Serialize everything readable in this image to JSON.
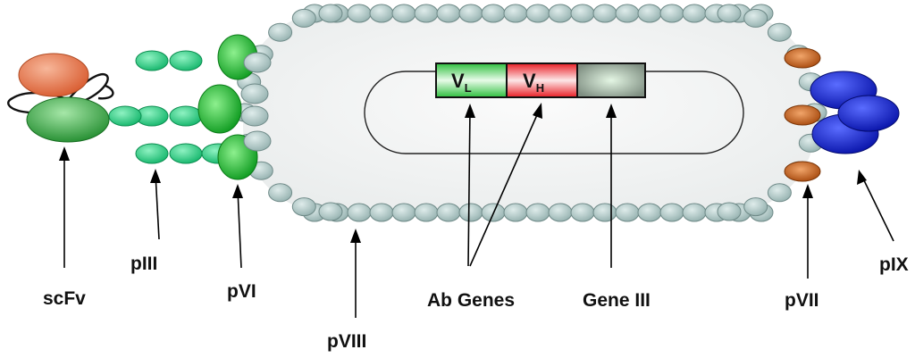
{
  "labels": {
    "scfv": "scFv",
    "piii": "pIII",
    "pvi": "pVI",
    "pviii": "pVIII",
    "ab_genes": "Ab Genes",
    "gene_iii": "Gene III",
    "pvii": "pVII",
    "pix": "pIX"
  },
  "genes": {
    "vl_main": "V",
    "vl_sub": "L",
    "vh_main": "V",
    "vh_sub": "H"
  },
  "colors": {
    "coat_bead": "#a9c3c1",
    "coat_bead_stroke": "#6f8a88",
    "capsid_fill": "#f4f4f4",
    "piii_bead": "#2ecf86",
    "pvi_green": "#16b82e",
    "pvii_orange": "#c8621a",
    "pix_blue": "#0a1fd8",
    "vl_green": "#4fd35f",
    "vh_red": "#ee2f35",
    "gene3_gray": "#9aa89c",
    "scfv_orange": "#e8764a",
    "scfv_green": "#2b9c3a"
  }
}
